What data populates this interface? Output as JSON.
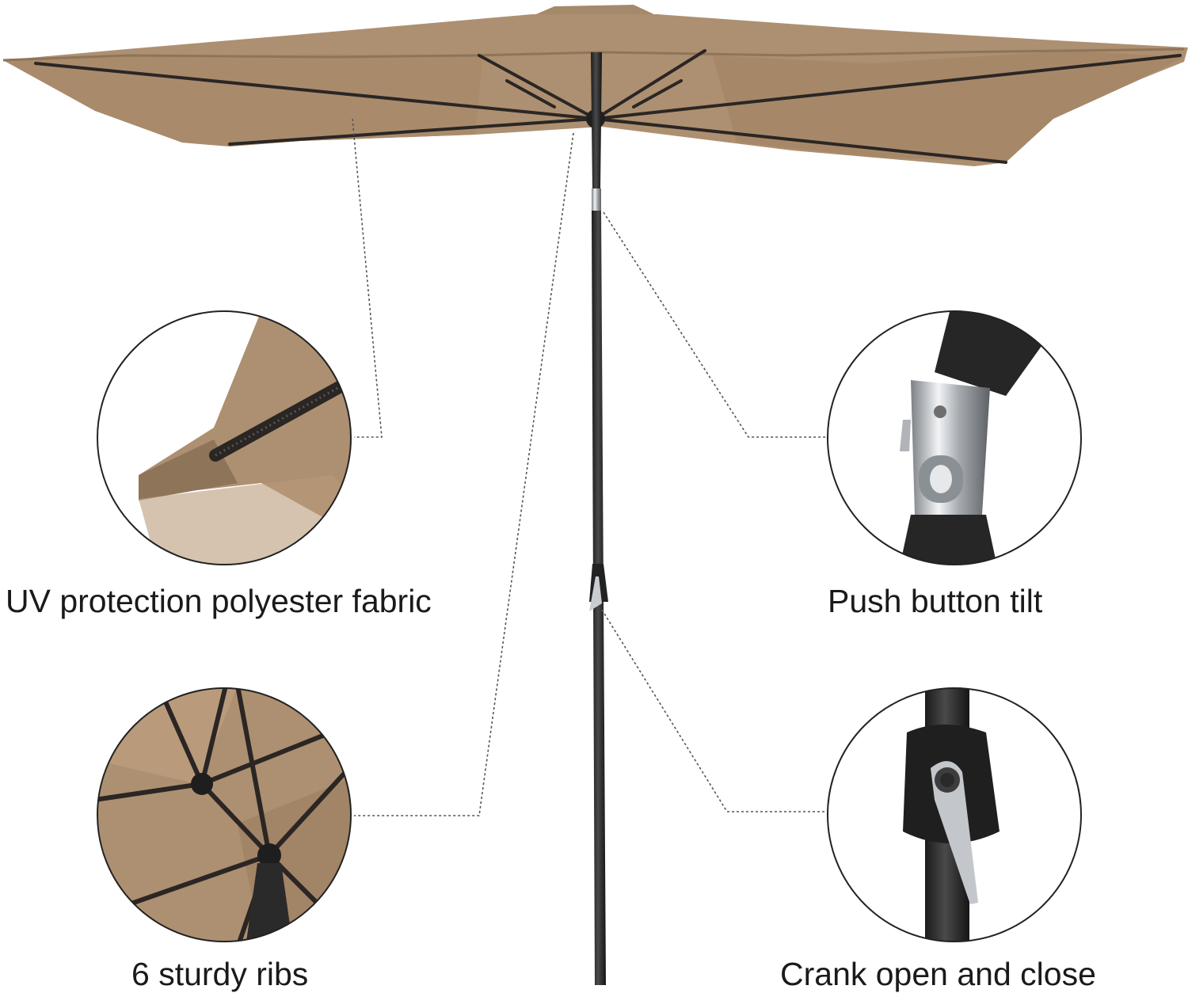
{
  "features": {
    "fabric": {
      "label": "UV protection polyester fabric",
      "icon": "canopy-corner-icon"
    },
    "tilt": {
      "label": "Push button tilt",
      "icon": "tilt-joint-icon"
    },
    "ribs": {
      "label": "6 sturdy ribs",
      "icon": "rib-hub-icon"
    },
    "crank": {
      "label": "Crank open and close",
      "icon": "crank-handle-icon"
    }
  },
  "colors": {
    "canopy": "#ad9071",
    "canopy_dark": "#8e7458",
    "canopy_light": "#bfa182",
    "pole": "#2a2a2a",
    "rib": "#2b2624",
    "chrome": "#c9cdd1",
    "leader_line": "#555555",
    "circle_border": "#222222",
    "text": "#1a1a1a"
  }
}
